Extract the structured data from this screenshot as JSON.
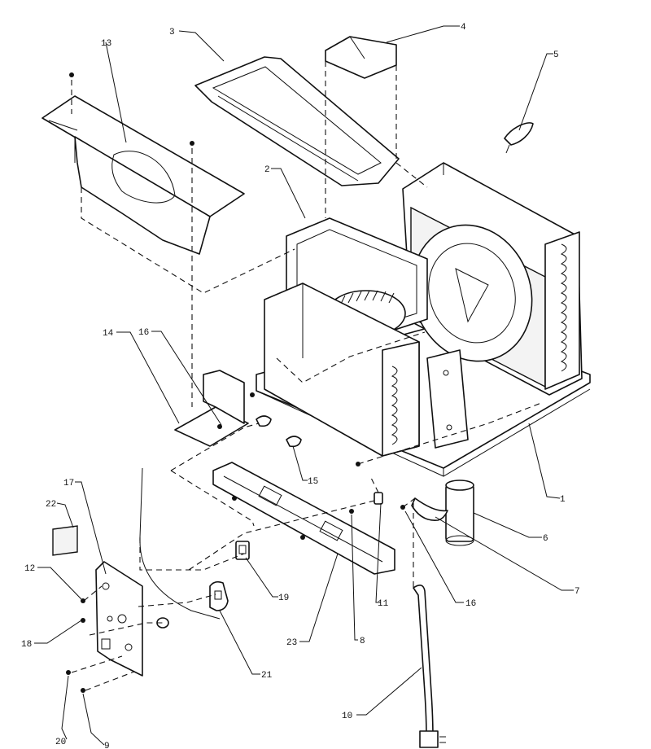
{
  "callouts": {
    "c1": "1",
    "c2": "2",
    "c3": "3",
    "c4": "4",
    "c5": "5",
    "c6": "6",
    "c7": "7",
    "c8": "8",
    "c9": "9",
    "c10": "10",
    "c11": "11",
    "c12": "12",
    "c13": "13",
    "c14": "14",
    "c15": "15",
    "c16a": "16",
    "c16b": "16",
    "c17": "17",
    "c18": "18",
    "c19": "19",
    "c20": "20",
    "c21": "21",
    "c22": "22",
    "c23": "23"
  }
}
